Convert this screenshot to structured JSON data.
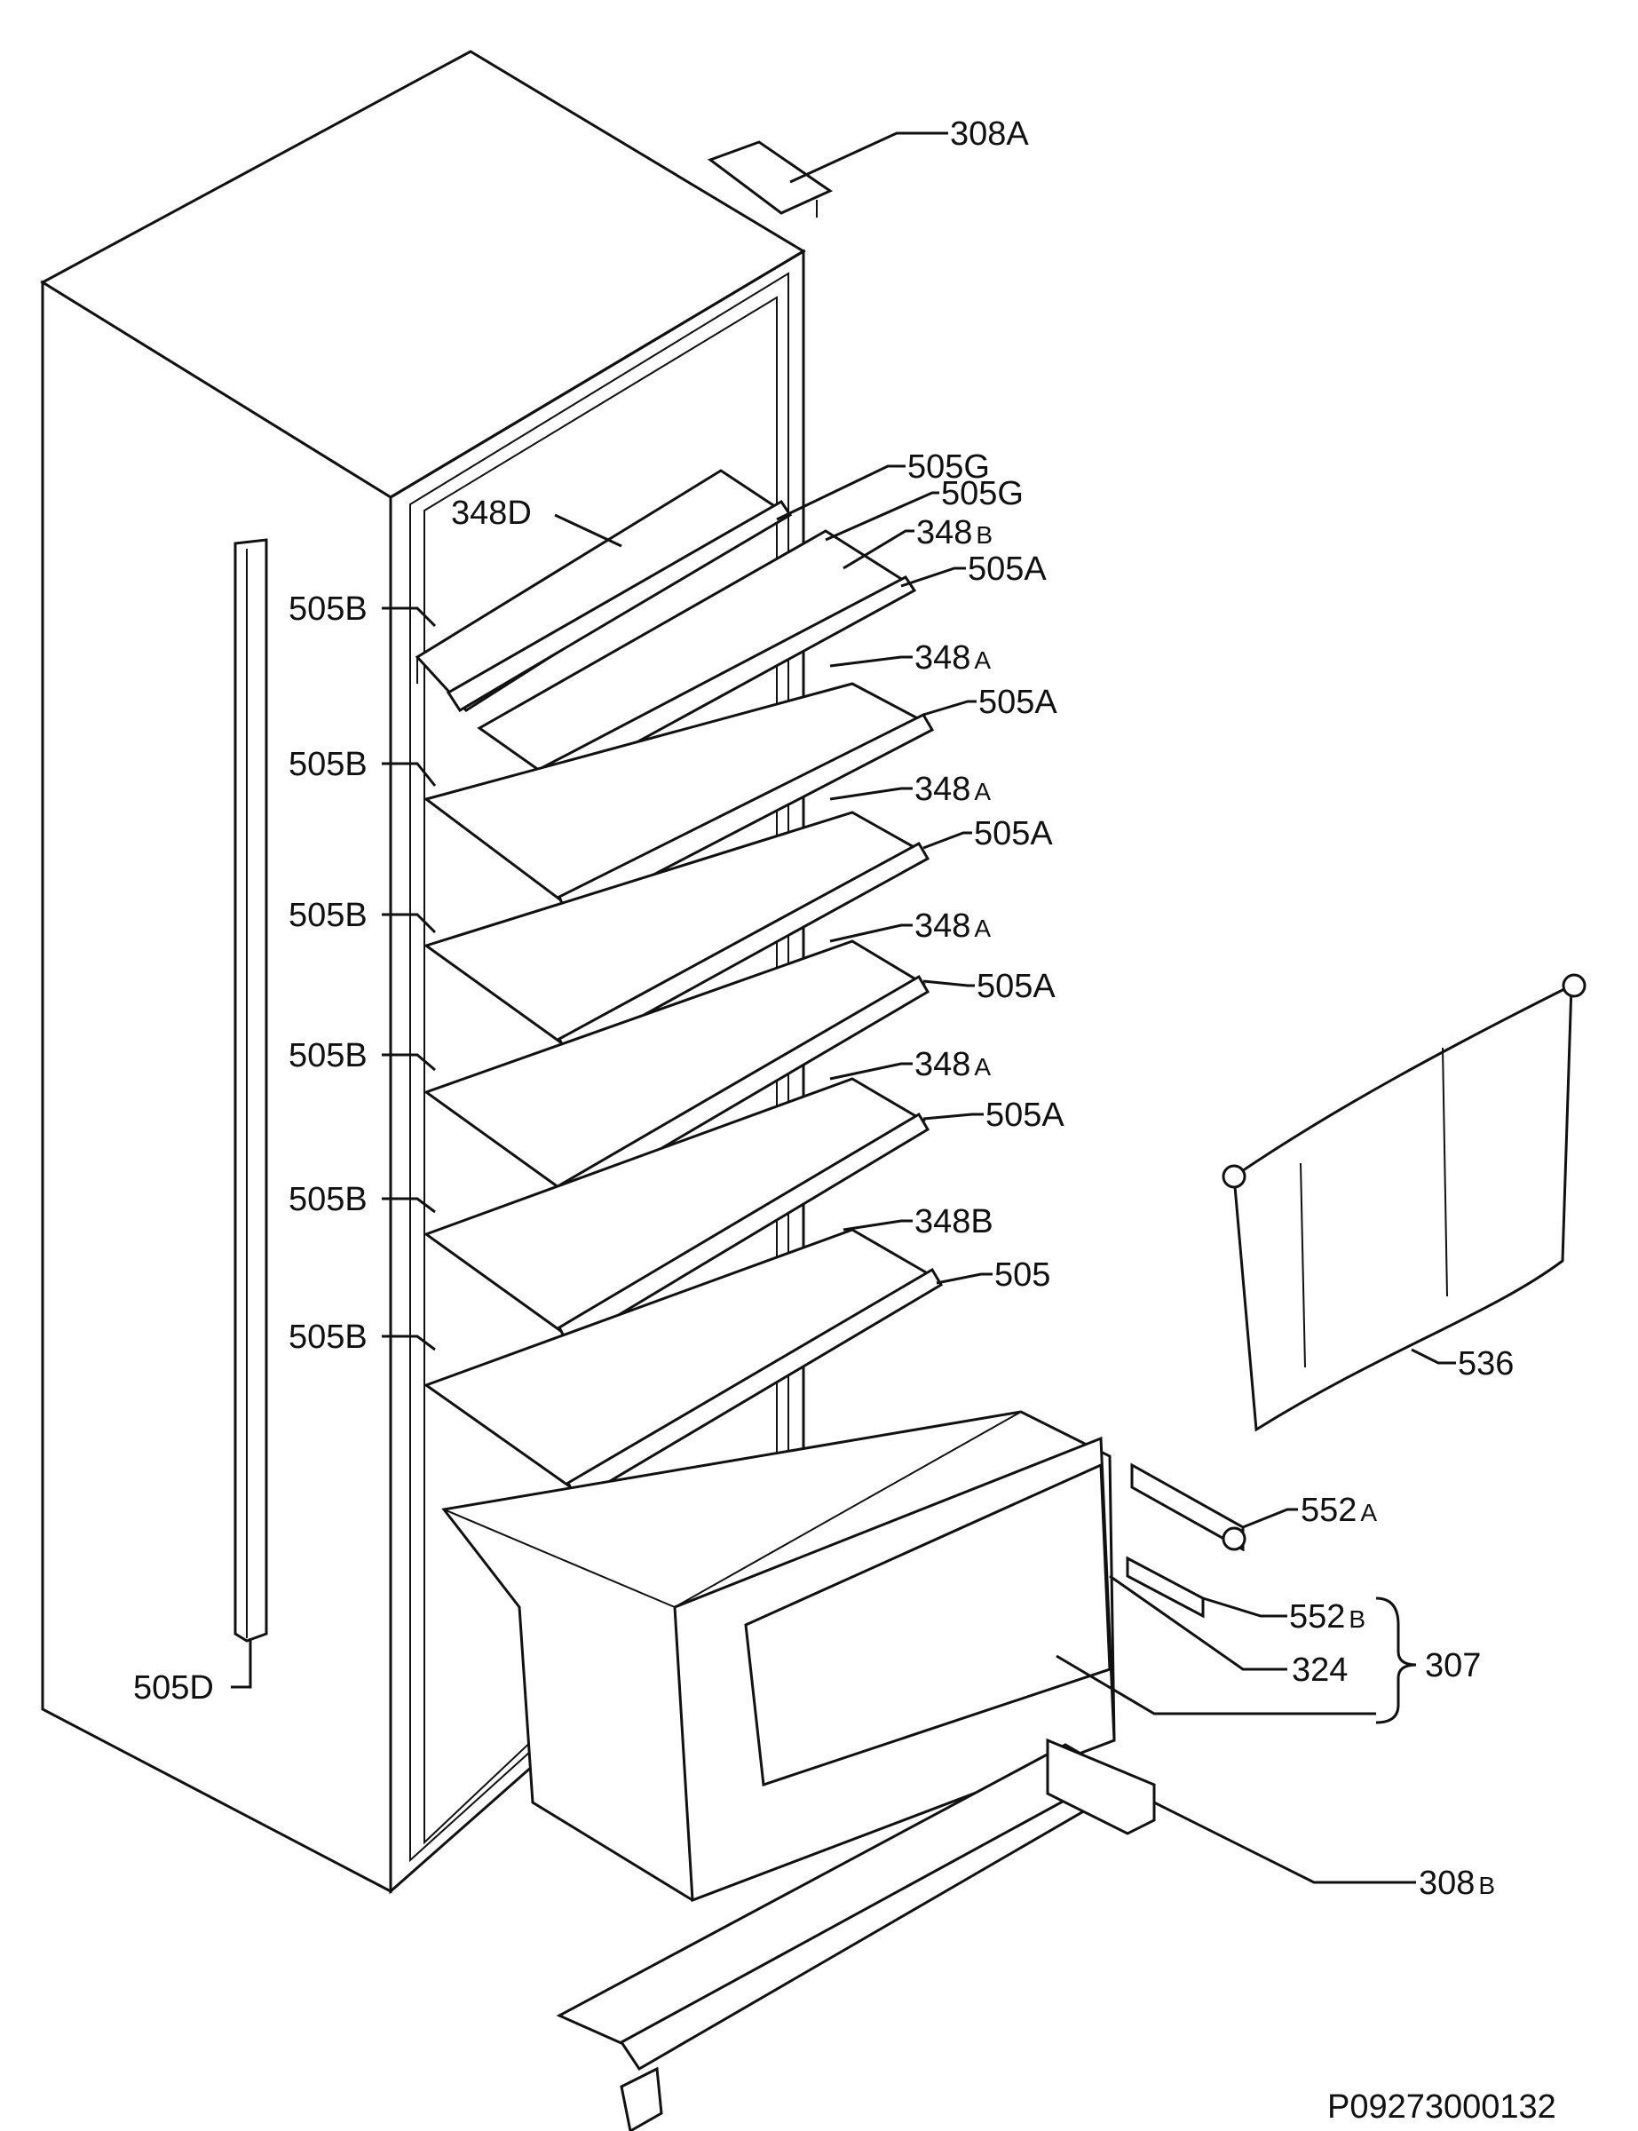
{
  "labels": {
    "l308A": "308A",
    "l505G_1": "505G",
    "l505G_2": "505G",
    "l348D": "348D",
    "l348B_top_num": "348",
    "l348B_top_suf": "B",
    "l505A_1": "505A",
    "l348A_1_num": "348",
    "l348A_1_suf": "A",
    "l505A_2": "505A",
    "l348A_2_num": "348",
    "l348A_2_suf": "A",
    "l505A_3": "505A",
    "l348A_3_num": "348",
    "l348A_3_suf": "A",
    "l505A_4": "505A",
    "l348A_4_num": "348",
    "l348A_4_suf": "A",
    "l505A_5": "505A",
    "l348B_bot": "348B",
    "l505": "505",
    "l505B_1": "505B",
    "l505B_2": "505B",
    "l505B_3": "505B",
    "l505B_4": "505B",
    "l505B_5": "505B",
    "l505B_6": "505B",
    "l505D": "505D",
    "l536": "536",
    "l552A_num": "552",
    "l552A_suf": "A",
    "l552B_num": "552",
    "l552B_suf": "B",
    "l324": "324",
    "l307": "307",
    "l308B_num": "308",
    "l308B_suf": "B",
    "drawing_code": "P09273000132"
  }
}
